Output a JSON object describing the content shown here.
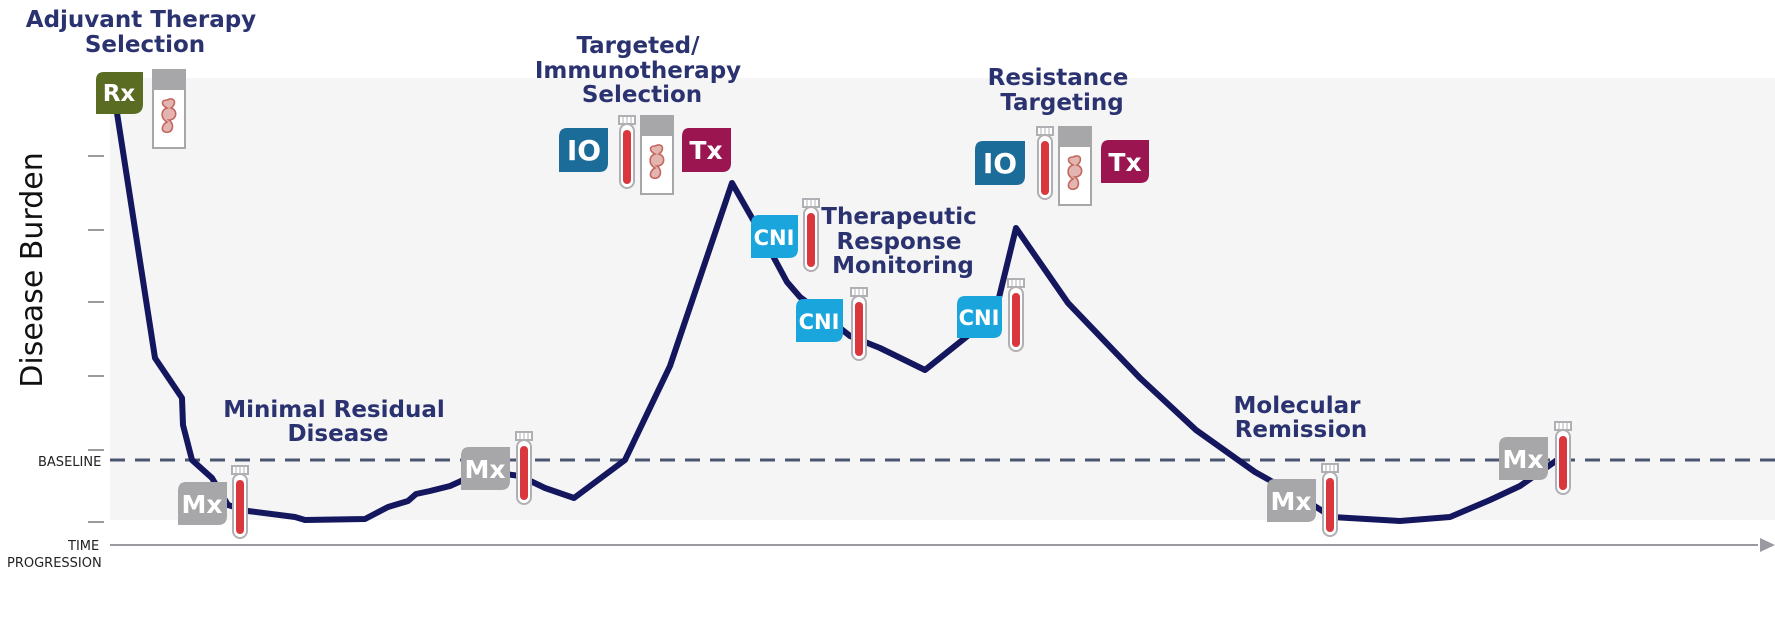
{
  "axis": {
    "y_title": "Disease Burden",
    "baseline_label": "BASELINE",
    "x_label_line1": "TIME",
    "x_label_line2": "PROGRESSION"
  },
  "phases": {
    "adjuvant": [
      "Adjuvant Therapy",
      "Selection"
    ],
    "targeted": [
      "Targeted/",
      "Immunotherapy",
      "Selection"
    ],
    "resistance": [
      "Resistance",
      "Targeting"
    ],
    "therapeutic": [
      "Therapeutic",
      "Response",
      "Monitoring"
    ],
    "mrd": [
      "Minimal Residual",
      "Disease"
    ],
    "molecular": [
      "Molecular",
      "Remission"
    ]
  },
  "badges": {
    "rx": "Rx",
    "io": "IO",
    "tx": "Tx",
    "cni": "CNI",
    "mx": "Mx"
  },
  "colors": {
    "curve": "#14165e",
    "label": "#2b3270",
    "rx": "#5a6b22",
    "io": "#1b6c99",
    "tx": "#9b1550",
    "cni": "#1aa6dd",
    "mx": "#a7a7a9",
    "plot_bg": "#f5f5f6",
    "baseline": "#4a5570",
    "blood": "#d9363e"
  }
}
